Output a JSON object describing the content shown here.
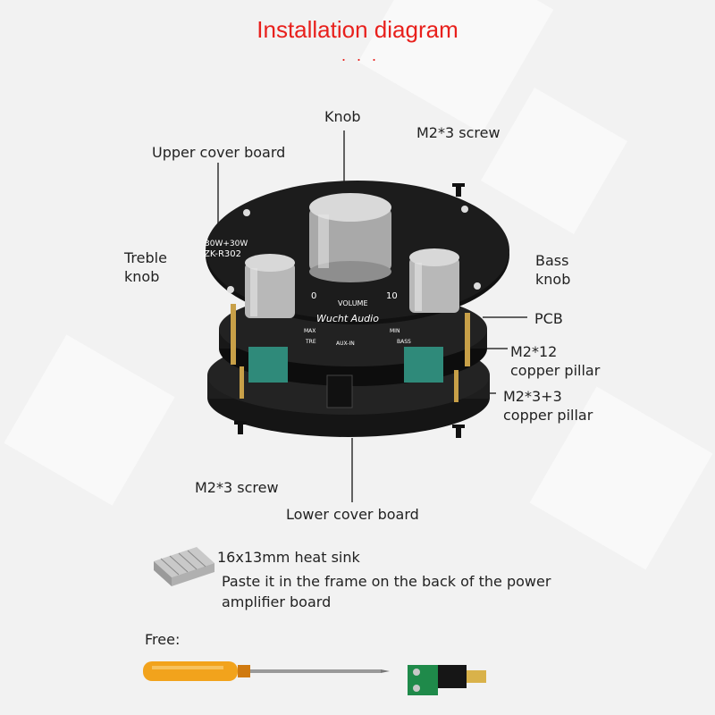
{
  "title": "Installation diagram",
  "title_dots": "...",
  "labels": {
    "knob": "Knob",
    "upper_cover": "Upper cover board",
    "m2_3_screw_top": "M2*3 screw",
    "treble_knob_1": "Treble",
    "treble_knob_2": "knob",
    "bass_knob_1": "Bass",
    "bass_knob_2": "knob",
    "pcb": "PCB",
    "m2_12_1": "M2*12",
    "m2_12_2": "copper pillar",
    "m2_3_3_1": "M2*3+3",
    "m2_3_3_2": "copper pillar",
    "m2_3_screw_bottom": "M2*3 screw",
    "lower_cover": "Lower cover board"
  },
  "board_markings": {
    "power": "30W+30W",
    "model": "ZK-R302",
    "zero": "0",
    "ten": "10",
    "volume": "VOLUME",
    "brand": "Wucht Audio",
    "max": "MAX",
    "min": "MIN",
    "tre": "TRE",
    "bass": "BASS",
    "aux": "AUX-IN"
  },
  "heatsink": {
    "line1": "16x13mm heat sink",
    "line2": "Paste it in the frame on the back of the power",
    "line3": "amplifier board"
  },
  "free_label": "Free:",
  "colors": {
    "title": "#e8201c",
    "board": "#1c1c1c",
    "copper": "#c8a048"
  }
}
